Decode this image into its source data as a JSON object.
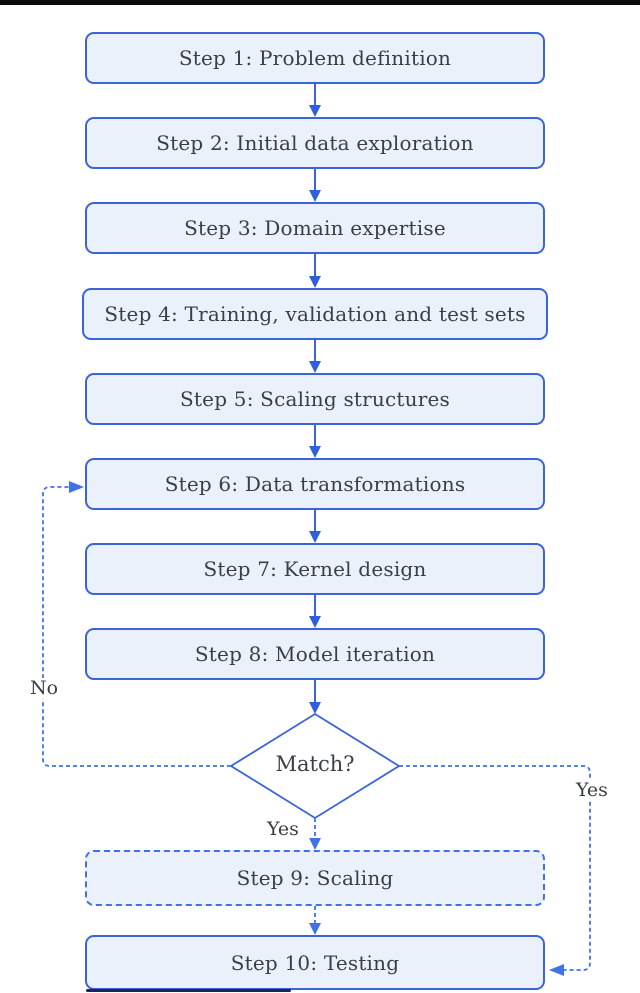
{
  "flowchart": {
    "steps": [
      {
        "id": "step-1",
        "label": "Step 1: Problem definition",
        "style": "solid"
      },
      {
        "id": "step-2",
        "label": "Step 2: Initial data exploration",
        "style": "solid"
      },
      {
        "id": "step-3",
        "label": "Step 3: Domain expertise",
        "style": "solid"
      },
      {
        "id": "step-4",
        "label": "Step 4: Training, validation and test sets",
        "style": "solid"
      },
      {
        "id": "step-5",
        "label": "Step 5: Scaling structures",
        "style": "solid"
      },
      {
        "id": "step-6",
        "label": "Step 6: Data transformations",
        "style": "solid"
      },
      {
        "id": "step-7",
        "label": "Step 7: Kernel design",
        "style": "solid"
      },
      {
        "id": "step-8",
        "label": "Step 8: Model iteration",
        "style": "solid"
      },
      {
        "id": "step-9",
        "label": "Step 9: Scaling",
        "style": "dashed"
      },
      {
        "id": "step-10",
        "label": "Step 10: Testing",
        "style": "solid"
      }
    ],
    "decision": {
      "label": "Match?"
    },
    "edge_labels": {
      "no": "No",
      "yes_down": "Yes",
      "yes_right": "Yes"
    },
    "colors": {
      "accent_solid": "#3b63db",
      "accent_dashed": "#3f71e8",
      "arrowhead": "#2f5fdd",
      "box_fill": "#eaf1fb",
      "diamond_fill": "#ffffff",
      "text": "#3a3e45",
      "top_bar": "#0b0b0c",
      "bottom_artifact": "#1c2553"
    }
  }
}
